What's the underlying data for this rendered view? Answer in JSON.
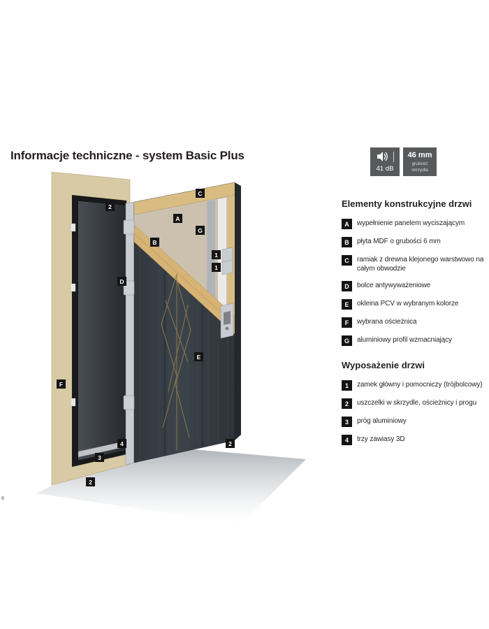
{
  "page": {
    "title": "Informacje techniczne - system Basic Plus",
    "page_number": "8"
  },
  "badges": {
    "acoustic": {
      "icon": "speaker-icon",
      "value": "41 dB"
    },
    "thickness": {
      "value": "46 mm",
      "sub1": "grubość",
      "sub2": "skrzydła"
    }
  },
  "sections": {
    "construction": {
      "heading": "Elementy konstrukcyjne drzwi",
      "items": [
        {
          "key": "A",
          "text": "wypełnienie panelem wyciszającym"
        },
        {
          "key": "B",
          "text": "płyta MDF o grubości 6 mm"
        },
        {
          "key": "C",
          "text": "ramiak z drewna klejonego warstwowo na całym obwodzie"
        },
        {
          "key": "D",
          "text": "bolce antywyważeniowe"
        },
        {
          "key": "E",
          "text": "okleina PCV w wybranym kolorze"
        },
        {
          "key": "F",
          "text": "wybrana ościeżnica"
        },
        {
          "key": "G",
          "text": "aluminiowy profil wzmacniający"
        }
      ]
    },
    "equipment": {
      "heading": "Wyposażenie drzwi",
      "items": [
        {
          "key": "1",
          "text": "zamek główny i pomocniczy (trójbolcowy)"
        },
        {
          "key": "2",
          "text": "uszczelki w skrzydle, ościeżnicy i progu"
        },
        {
          "key": "3",
          "text": "próg aluminiowy"
        },
        {
          "key": "4",
          "text": "trzy zawiasy 3D"
        }
      ]
    }
  },
  "diagram": {
    "description": "cutaway illustration of Basic Plus door with frame",
    "labels": [
      {
        "text": "2"
      },
      {
        "text": "C"
      },
      {
        "text": "A"
      },
      {
        "text": "G"
      },
      {
        "text": "B"
      },
      {
        "text": "1"
      },
      {
        "text": "1"
      },
      {
        "text": "D"
      },
      {
        "text": "E"
      },
      {
        "text": "F"
      },
      {
        "text": "3"
      },
      {
        "text": "4"
      },
      {
        "text": "2"
      },
      {
        "text": "2"
      }
    ]
  },
  "colors": {
    "badge_gray": "#58595b",
    "label_black": "#141414",
    "frame_cream": "#d8caa4",
    "wood_tan": "#d7b475",
    "panel_beige": "#cbc1ae",
    "door_dark": "#353b42",
    "gold_line": "#8d7b4b"
  }
}
